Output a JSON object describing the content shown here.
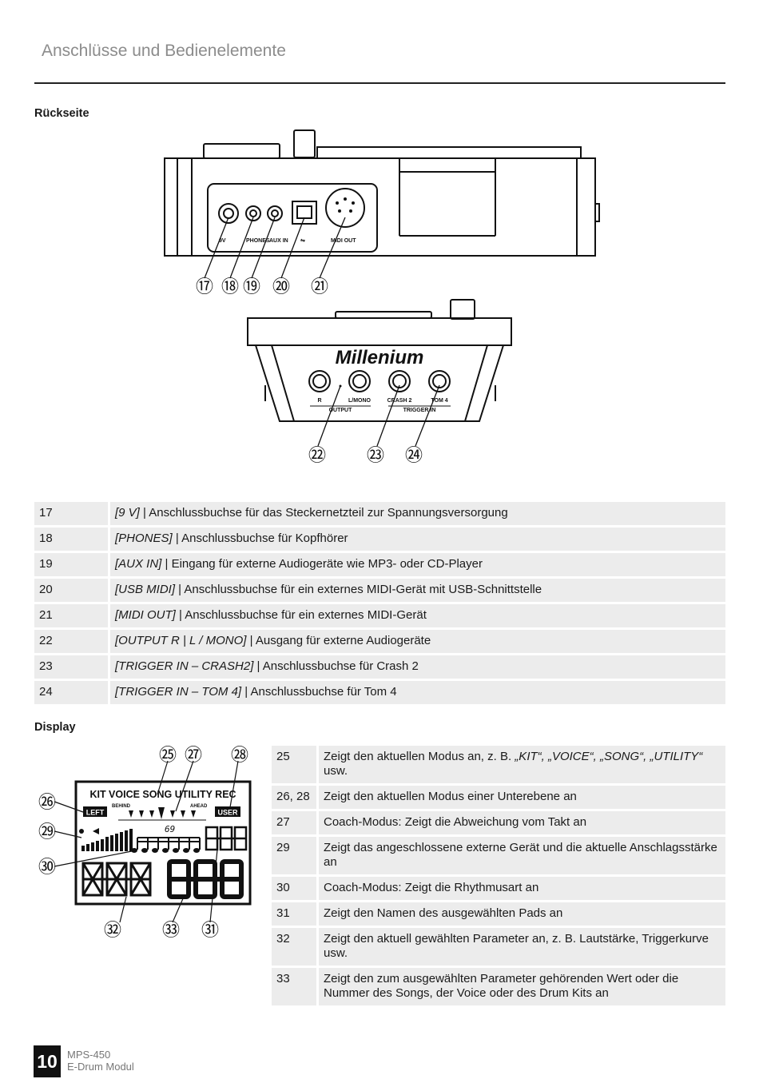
{
  "header": {
    "title": "Anschlüsse und Bedienelemente"
  },
  "sections": {
    "rear": "Rückseite",
    "display": "Display"
  },
  "rear_panel": {
    "brand": "Millenium",
    "upper_labels": {
      "power": "9V",
      "phones": "PHONES",
      "aux": "AUX IN",
      "usb": "⇋",
      "midi": "MIDI OUT"
    },
    "lower_labels": {
      "r": "R",
      "lmono": "L/MONO",
      "crash": "CRASH 2",
      "tom": "TOM 4",
      "output": "OUTPUT",
      "trigger": "TRIGGER IN"
    },
    "callouts_upper": [
      "⑰",
      "⑱",
      "⑲",
      "⑳",
      "㉑"
    ],
    "callouts_lower": [
      "㉒",
      "㉓",
      "㉔"
    ]
  },
  "connections": [
    {
      "num": "17",
      "key": "[9 V]",
      "desc": " | Anschlussbuchse für das Steckernetzteil zur Spannungsversorgung"
    },
    {
      "num": "18",
      "key": "[PHONES]",
      "desc": " | Anschlussbuchse für Kopfhörer"
    },
    {
      "num": "19",
      "key": "[AUX IN]",
      "desc": " | Eingang für externe Audiogeräte wie MP3- oder CD-Player"
    },
    {
      "num": "20",
      "key": "[USB MIDI]",
      "desc": " | Anschlussbuchse für ein externes MIDI-Gerät mit USB-Schnittstelle"
    },
    {
      "num": "21",
      "key": "[MIDI OUT]",
      "desc": " | Anschlussbuchse für ein externes MIDI-Gerät"
    },
    {
      "num": "22",
      "key": "[OUTPUT R | L / MONO]",
      "desc": " | Ausgang für externe Audiogeräte"
    },
    {
      "num": "23",
      "key": "[TRIGGER IN – CRASH2]",
      "desc": " | Anschlussbuchse für Crash 2"
    },
    {
      "num": "24",
      "key": "[TRIGGER IN – TOM 4]",
      "desc": " | Anschlussbuchse für Tom 4"
    }
  ],
  "lcd": {
    "modes": "KIT VOICE SONG UTILITY REC",
    "left": "LEFT",
    "user": "USER",
    "behind": "BEHIND",
    "ahead": "AHEAD",
    "tempo": "69",
    "callouts": {
      "c25": "㉕",
      "c26": "㉖",
      "c27": "㉗",
      "c28": "㉘",
      "c29": "㉙",
      "c30": "㉚",
      "c31": "㉛",
      "c32": "㉜",
      "c33": "㉝"
    }
  },
  "display_rows": [
    {
      "num": "25",
      "text": "Zeigt den aktuellen Modus an, z. B. ",
      "em": "„KIT“, „VOICE“, „SONG“, „UTILITY“",
      "tail": " usw."
    },
    {
      "num": "26, 28",
      "text": "Zeigt den aktuellen Modus einer Unterebene an",
      "em": "",
      "tail": ""
    },
    {
      "num": "27",
      "text": "Coach-Modus: Zeigt die Abweichung vom Takt an",
      "em": "",
      "tail": ""
    },
    {
      "num": "29",
      "text": "Zeigt das angeschlossene externe Gerät und die aktuelle Anschlagsstärke an",
      "em": "",
      "tail": ""
    },
    {
      "num": "30",
      "text": "Coach-Modus: Zeigt die Rhythmusart an",
      "em": "",
      "tail": ""
    },
    {
      "num": "31",
      "text": "Zeigt den Namen des ausgewählten Pads an",
      "em": "",
      "tail": ""
    },
    {
      "num": "32",
      "text": "Zeigt den aktuell gewählten Parameter an, z. B. Lautstärke, Triggerkurve usw.",
      "em": "",
      "tail": ""
    },
    {
      "num": "33",
      "text": "Zeigt den zum ausgewählten Parameter gehörenden Wert oder die Nummer des Songs, der Voice oder des Drum Kits an",
      "em": "",
      "tail": ""
    }
  ],
  "footer": {
    "page": "10",
    "model": "MPS-450",
    "product": "E-Drum Modul"
  }
}
